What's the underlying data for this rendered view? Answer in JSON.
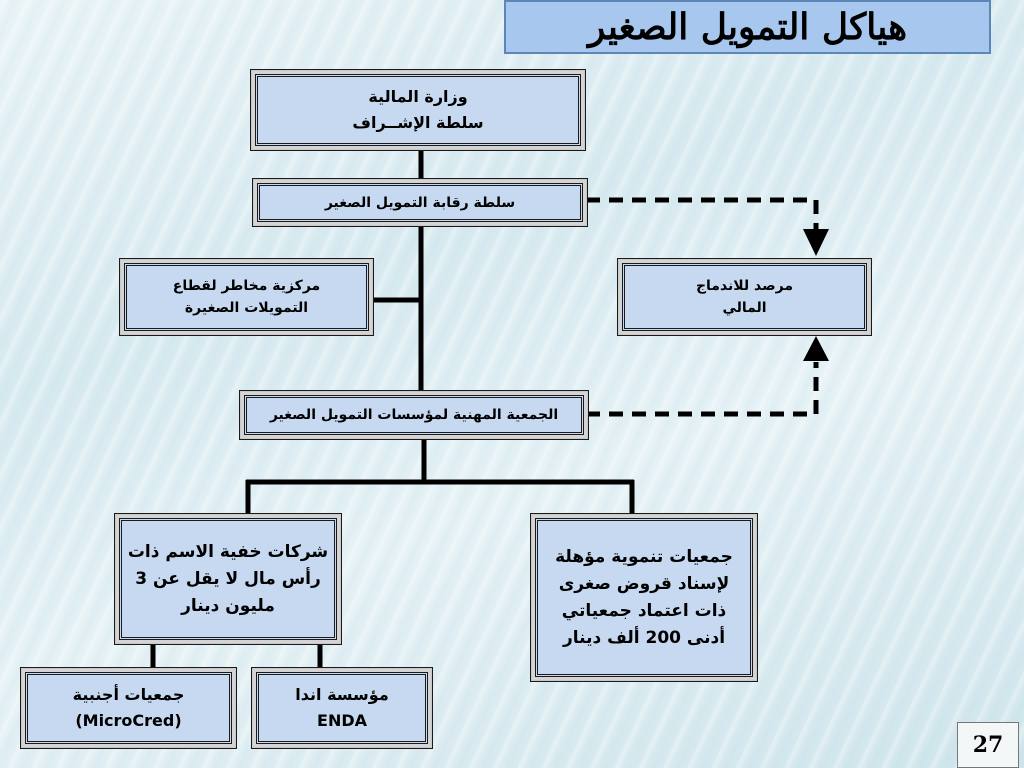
{
  "title": "هياكل التمويل الصغير",
  "boxes": {
    "ministry": {
      "line1": "وزارة المالية",
      "line2": "سلطة الإشــراف"
    },
    "regulator": {
      "line1": "سلطة رقابة التمويل الصغير"
    },
    "risk_center": {
      "line1": "مركزية مخاطر لقطاع",
      "line2": "التمويلات الصغيرة"
    },
    "observatory": {
      "line1": "مرصد للاندماج",
      "line2": "المالي"
    },
    "association": {
      "line1": "الجمعية المهنية لمؤسسات التمويل الصغير"
    },
    "companies": {
      "line1": "شركات خفية الاسم ذات",
      "line2": "رأس مال لا يقل عن 3",
      "line3": "مليون دينار"
    },
    "dev_associations": {
      "line1": "جمعيات تنموية مؤهلة",
      "line2": "لإسناد قروض صغرى",
      "line3": "ذات اعتماد جمعياتي",
      "line4": "أدنى 200 ألف دينار"
    },
    "foreign": {
      "line1": "جمعيات أجنبية",
      "line2": "(MicroCred)"
    },
    "enda": {
      "line1": "مؤسسة اندا",
      "line2": "ENDA"
    }
  },
  "page_number": "27"
}
